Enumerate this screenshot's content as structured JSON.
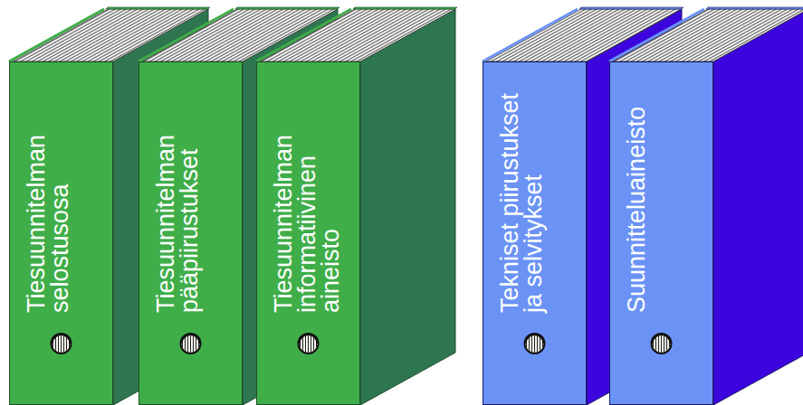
{
  "diagram": {
    "nodes": [
      {
        "text": [
          "Tiesuunnitelman selostusosa"
        ]
      },
      {
        "text": [
          "Tiesuunnitelman pääpiirustukset"
        ]
      },
      {
        "text": [
          "Tiesuunnitelman informatiivinen aineisto"
        ]
      },
      {
        "text": [
          "Tekniset piirustukset ja selvitykset"
        ]
      },
      {
        "text": [
          "Suunnitteluaineisto"
        ]
      }
    ]
  }
}
